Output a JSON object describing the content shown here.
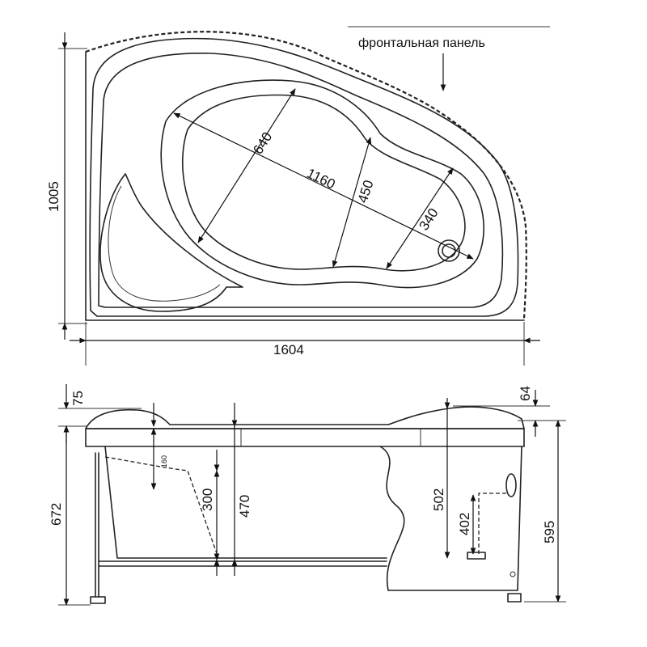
{
  "annotations": {
    "front_panel": "фронтальная панель"
  },
  "plan_view": {
    "overall_length": "1604",
    "overall_depth": "1005",
    "inner_length": "1160",
    "width_left": "640",
    "width_middle": "450",
    "width_right": "340"
  },
  "side_view": {
    "rim_left": "75",
    "rim_right": "64",
    "seat_step": "160",
    "seat_depth": "300",
    "depth_mid": "470",
    "depth_right": "502",
    "drain_height": "402",
    "overall_height": "672",
    "panel_height": "595"
  },
  "colors": {
    "line": "#222222",
    "background": "#ffffff"
  }
}
